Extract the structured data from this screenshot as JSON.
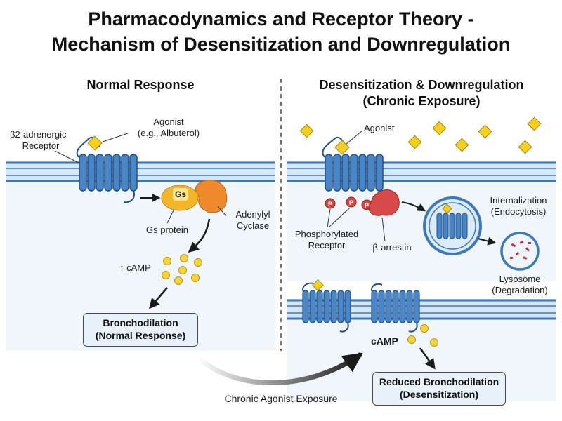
{
  "title": {
    "line1": "Pharmacodynamics and Receptor Theory -",
    "line2": "Mechanism of Desensitization and Downregulation"
  },
  "left_panel": {
    "heading": "Normal Response",
    "receptor_label_1": "β2-adrenergic",
    "receptor_label_2": "Receptor",
    "agonist_label_1": "Agonist",
    "agonist_label_2": "(e.g., Albuterol)",
    "gs_badge": "Gs",
    "gs_protein_label": "Gs protein",
    "adenylyl_label_1": "Adenylyl",
    "adenylyl_label_2": "Cyclase",
    "camp_label": "↑ cAMP",
    "result_line1": "Bronchodilation",
    "result_line2": "(Normal Response)"
  },
  "right_panel": {
    "heading_line1": "Desensitization & Downregulation",
    "heading_line2": "(Chronic Exposure)",
    "agonist_label": "Agonist",
    "p_marker": "P",
    "phospho_label_1": "Phosphorylated",
    "phospho_label_2": "Receptor",
    "arrestin_label": "β-arrestin",
    "internalization_1": "Internalization",
    "internalization_2": "(Endocytosis)",
    "lysosome_1": "Lysosome",
    "lysosome_2": "(Degradation)",
    "camp_label": "cAMP",
    "result_line1": "Reduced Bronchodilation",
    "result_line2": "(Desensitization)"
  },
  "transition_label": "Chronic Agonist Exposure",
  "colors": {
    "membrane": "#3f78b8",
    "membrane_fill": "#d5e6f6",
    "cell_bg": "#f0f6fc",
    "receptor": "#4a86c5",
    "receptor_stroke": "#1f4f86",
    "agonist": "#f4cf1f",
    "gs_protein": "#f3b62a",
    "adenylyl_cyclase": "#ef8a2c",
    "phosphate": "#d9453d",
    "arrestin": "#d84a4a",
    "camp": "#f4d43a"
  }
}
